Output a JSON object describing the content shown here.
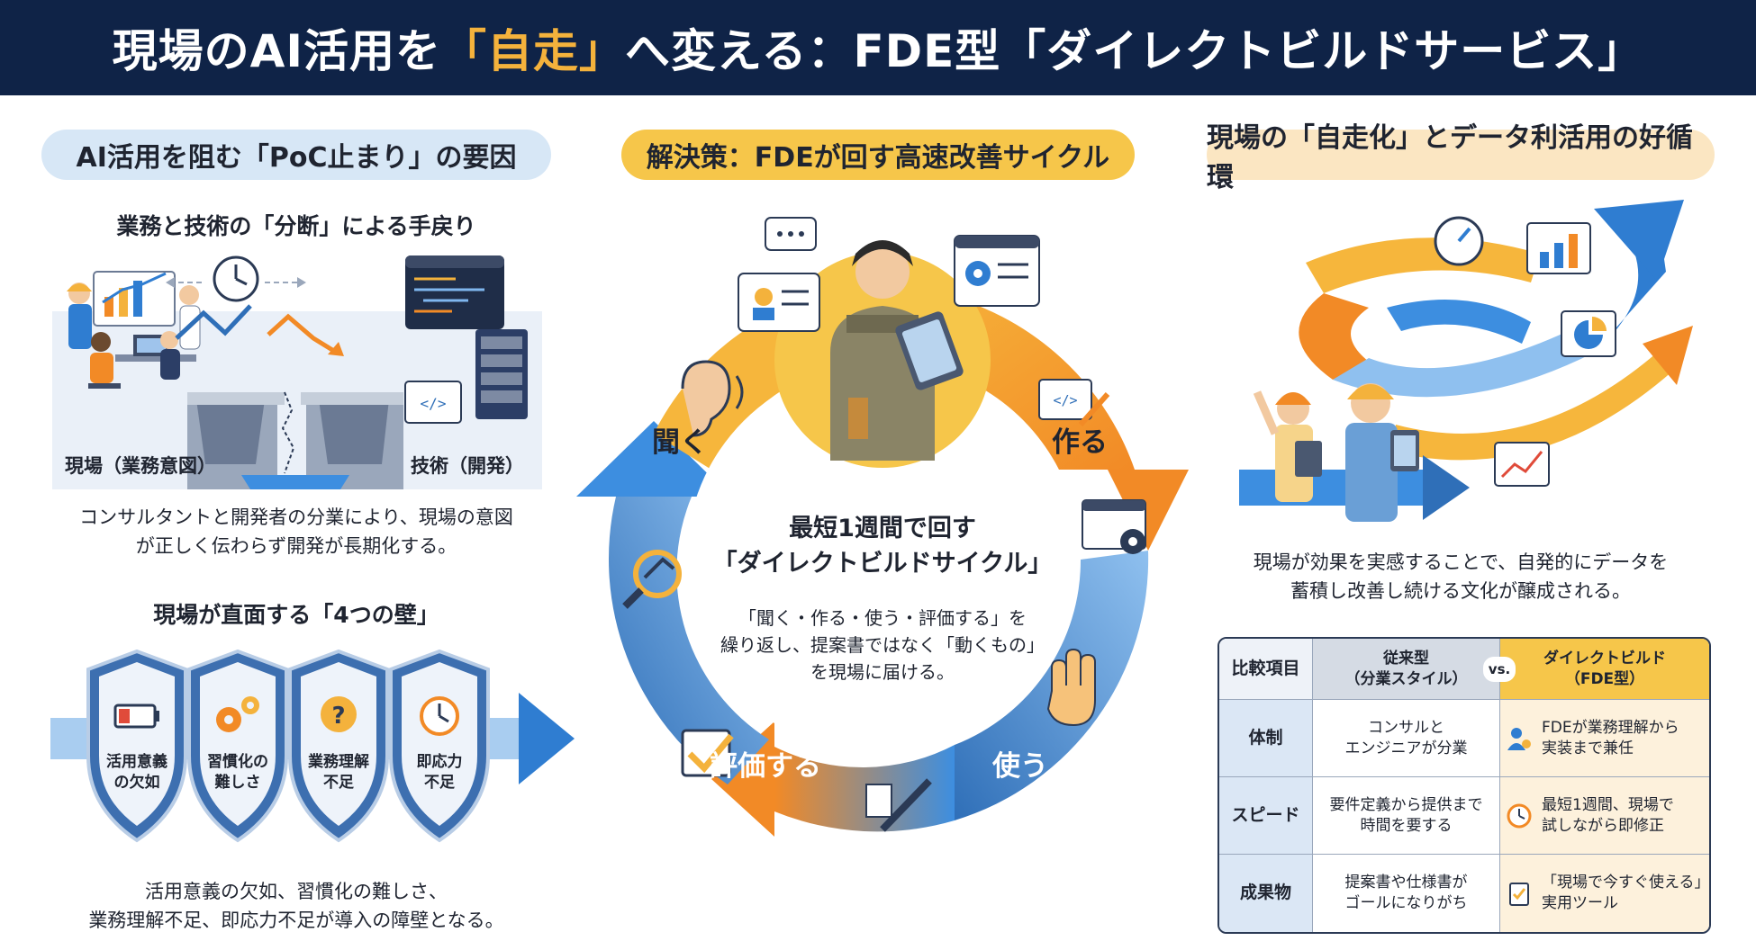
{
  "title": {
    "before": "現場のAI活用を",
    "highlight": "「自走」",
    "after": "へ変える：FDE型「ダイレクトビルドサービス」"
  },
  "left": {
    "header": "AI活用を阻む「PoC止まり」の要因",
    "sub1": "業務と技術の「分断」による手戻り",
    "label_field": "現場（業務意図）",
    "label_tech": "技術（開発）",
    "caption1_l1": "コンサルタントと開発者の分業により、現場の意図",
    "caption1_l2": "が正しく伝わらず開発が長期化する。",
    "sub2": "現場が直面する「4つの壁」",
    "walls": [
      {
        "l1": "活用意義",
        "l2": "の欠如"
      },
      {
        "l1": "習慣化の",
        "l2": "難しさ"
      },
      {
        "l1": "業務理解",
        "l2": "不足"
      },
      {
        "l1": "即応力",
        "l2": "不足"
      }
    ],
    "caption2_l1": "活用意義の欠如、習慣化の難しさ、",
    "caption2_l2": "業務理解不足、即応力不足が導入の障壁となる。"
  },
  "middle": {
    "header": "解決策：FDEが回す高速改善サイクル",
    "steps": {
      "listen": "聞く",
      "build": "作る",
      "use": "使う",
      "evaluate": "評価する"
    },
    "center_l1": "最短1週間で回す",
    "center_l2": "「ダイレクトビルドサイクル」",
    "desc_l1": "「聞く・作る・使う・評価する」を",
    "desc_l2": "繰り返し、提案書ではなく「動くもの」",
    "desc_l3": "を現場に届ける。"
  },
  "right": {
    "header": "現場の「自走化」とデータ利活用の好循環",
    "caption_l1": "現場が効果を実感することで、自発的にデータを",
    "caption_l2": "蓄積し改善し続ける文化が醸成される。",
    "table": {
      "col_item": "比較項目",
      "col_old_l1": "従来型",
      "col_old_l2": "（分業スタイル）",
      "vs": "vs.",
      "col_new_l1": "ダイレクトビルド",
      "col_new_l2": "（FDE型）",
      "rows": [
        {
          "item": "体制",
          "old_l1": "コンサルと",
          "old_l2": "エンジニアが分業",
          "new_l1": "FDEが業務理解から",
          "new_l2": "実装まで兼任"
        },
        {
          "item": "スピード",
          "old_l1": "要件定義から提供まで",
          "old_l2": "時間を要する",
          "new_l1": "最短1週間、現場で",
          "new_l2": "試しながら即修正"
        },
        {
          "item": "成果物",
          "old_l1": "提案書や仕様書が",
          "old_l2": "ゴールになりがち",
          "new_l1": "「現場で今すぐ使える」",
          "new_l2": "実用ツール"
        }
      ]
    }
  },
  "colors": {
    "navy": "#0f2347",
    "accent_gold": "#f4b23c",
    "orange": "#f28a26",
    "blue": "#2f7dd1",
    "light_blue": "#d7e7f6"
  }
}
